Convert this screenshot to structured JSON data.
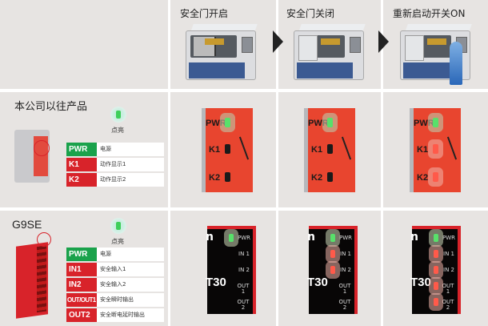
{
  "header": {
    "steps": [
      "安全门开启",
      "安全门关闭",
      "重新启动开关ON"
    ]
  },
  "rows": [
    {
      "title": "本公司以往产品",
      "lit_label": "点亮",
      "legend": [
        {
          "label": "PWR",
          "desc": "电源",
          "color": "#1aa24b"
        },
        {
          "label": "K1",
          "desc": "动作显示1",
          "color": "#d8232a"
        },
        {
          "label": "K2",
          "desc": "动作显示2",
          "color": "#d8232a"
        }
      ],
      "panel_labels": [
        "PWR",
        "K1",
        "K2"
      ],
      "states": [
        [
          "green",
          "off",
          "off"
        ],
        [
          "green",
          "off",
          "off"
        ],
        [
          "green",
          "red",
          "red"
        ]
      ]
    },
    {
      "title": "G9SE",
      "lit_label": "点亮",
      "legend": [
        {
          "label": "PWR",
          "desc": "电源",
          "color": "#1aa24b"
        },
        {
          "label": "IN1",
          "desc": "安全输入1",
          "color": "#d8232a"
        },
        {
          "label": "IN2",
          "desc": "安全输入2",
          "color": "#d8232a"
        },
        {
          "label": "OUT/OUT1",
          "desc": "安全瞬时输出",
          "color": "#d8232a"
        },
        {
          "label": "OUT2",
          "desc": "安全断电延时输出",
          "color": "#d8232a"
        }
      ],
      "panel_labels": [
        "PWR",
        "IN 1",
        "IN 2",
        "OUT 1",
        "OUT 2"
      ],
      "panel_text": "T30",
      "states": [
        [
          "green",
          "none",
          "none",
          "none",
          "none"
        ],
        [
          "green",
          "red",
          "red",
          "none",
          "none"
        ],
        [
          "green",
          "red",
          "red",
          "red",
          "red"
        ]
      ]
    }
  ]
}
